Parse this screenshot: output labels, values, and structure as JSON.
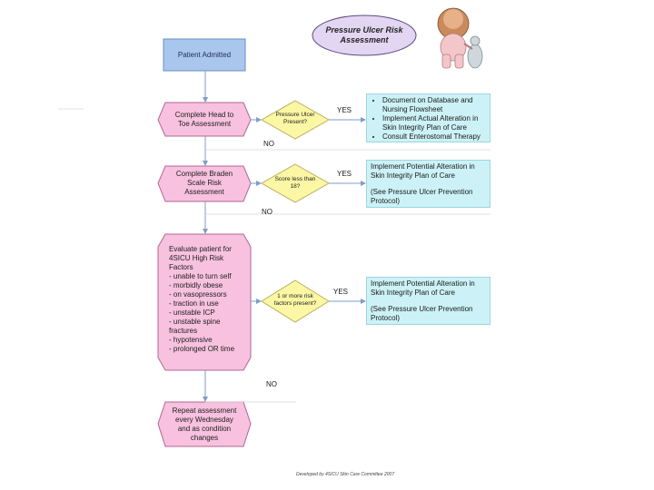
{
  "title": "Pressure Ulcer Risk Assessment",
  "start": "Patient Admitted",
  "steps": {
    "head_to_toe": "Complete Head to Toe Assessment",
    "braden": "Complete Braden Scale Risk Assessment",
    "evaluate": "Evaluate patient for 4SICU High Risk Factors\n- unable to turn self\n- morbidly obese\n- on vasopressors\n- traction in use\n- unstable ICP\n- unstable spine fractures\n- hypotensive\n- prolonged OR time",
    "repeat": "Repeat assessment every Wednesday and as condition changes"
  },
  "decisions": {
    "ulcer_present": "Pressure Ulcer Present?",
    "score": "Score less than 18?",
    "risk_factors": "1 or more risk factors present?"
  },
  "labels": {
    "yes": "YES",
    "no": "NO"
  },
  "outcomes": {
    "ulcer_actions": [
      "Document on Database and Nursing Flowsheet",
      "Implement Actual Alteration in Skin Integrity Plan of Care",
      "Consult Enterostomal Therapy"
    ],
    "potential_1_line1": "Implement Potential Alteration in Skin Integrity Plan of Care",
    "potential_1_line2": "(See Pressure Ulcer Prevention Protocol)",
    "potential_2_line1": "Implement Potential Alteration in Skin Integrity Plan of Care",
    "potential_2_line2": "(See Pressure Ulcer Prevention Protocol)"
  },
  "footer": "Developed by 4SICU Skin Care Committee 2007",
  "colors": {
    "start_fill": "#a9c6ec",
    "step_fill": "#f7c1df",
    "decision_fill": "#fbf7a4",
    "outcome_fill": "#ccf2f7",
    "title_fill": "#e3d6f3",
    "connector": "#7d9ec7"
  },
  "icons": [
    "baby-with-teddy-icon"
  ]
}
